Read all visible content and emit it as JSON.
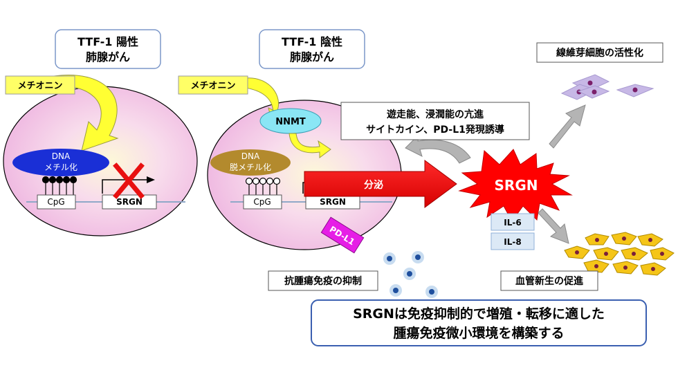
{
  "left_panel": {
    "status_line1": "TTF-1 陽性",
    "status_line2": "肺腺がん",
    "methionine": "メチオニン",
    "dna_line1": "DNA",
    "dna_line2": "メチル化",
    "cpg": "CpG",
    "srgn": "SRGN"
  },
  "right_panel": {
    "status_line1": "TTF-1 陰性",
    "status_line2": "肺腺がん",
    "methionine": "メチオニン",
    "nnmt": "NNMT",
    "dna_line1": "DNA",
    "dna_line2": "脱メチル化",
    "cpg": "CpG",
    "srgn": "SRGN",
    "pdl1": "PD-L1",
    "secretion": "分泌"
  },
  "srgn_star": "SRGN",
  "effects": {
    "migration_line1": "遊走能、浸潤能の亢進",
    "migration_line2": "サイトカイン、PD-L1発現誘導",
    "fibroblast": "線維芽細胞の活性化",
    "angiogenesis": "血管新生の促進",
    "antitumor": "抗腫瘍免疫の抑制",
    "il6": "IL-6",
    "il8": "IL-8"
  },
  "conclusion": {
    "line1": "SRGNは免疫抑制的で増殖・転移に適した",
    "line2": "腫瘍免疫微小環境を構築する"
  },
  "colors": {
    "cell_fill": "#f2c3e6",
    "cell_core": "#fdf6d0",
    "arrow_red": "#ff0000",
    "arrow_yellow": "#ffff33",
    "arrow_gray": "#b4b4b4",
    "dna_blue": "#1a2fd6",
    "dna_brown": "#b38a2d",
    "nnmt_cyan": "#8ae6f5",
    "pdl1_magenta": "#e61ee6",
    "methionine_yellow": "#ffff66",
    "conclusion_border": "#3a5fb0",
    "box_border": "#7b97c9"
  },
  "icons": [
    "methyl-lollipop-icon",
    "x-mark-icon",
    "transcription-arrow-icon",
    "fibroblast-cell-icon",
    "endothelial-cell-icon",
    "immune-cell-icon"
  ]
}
